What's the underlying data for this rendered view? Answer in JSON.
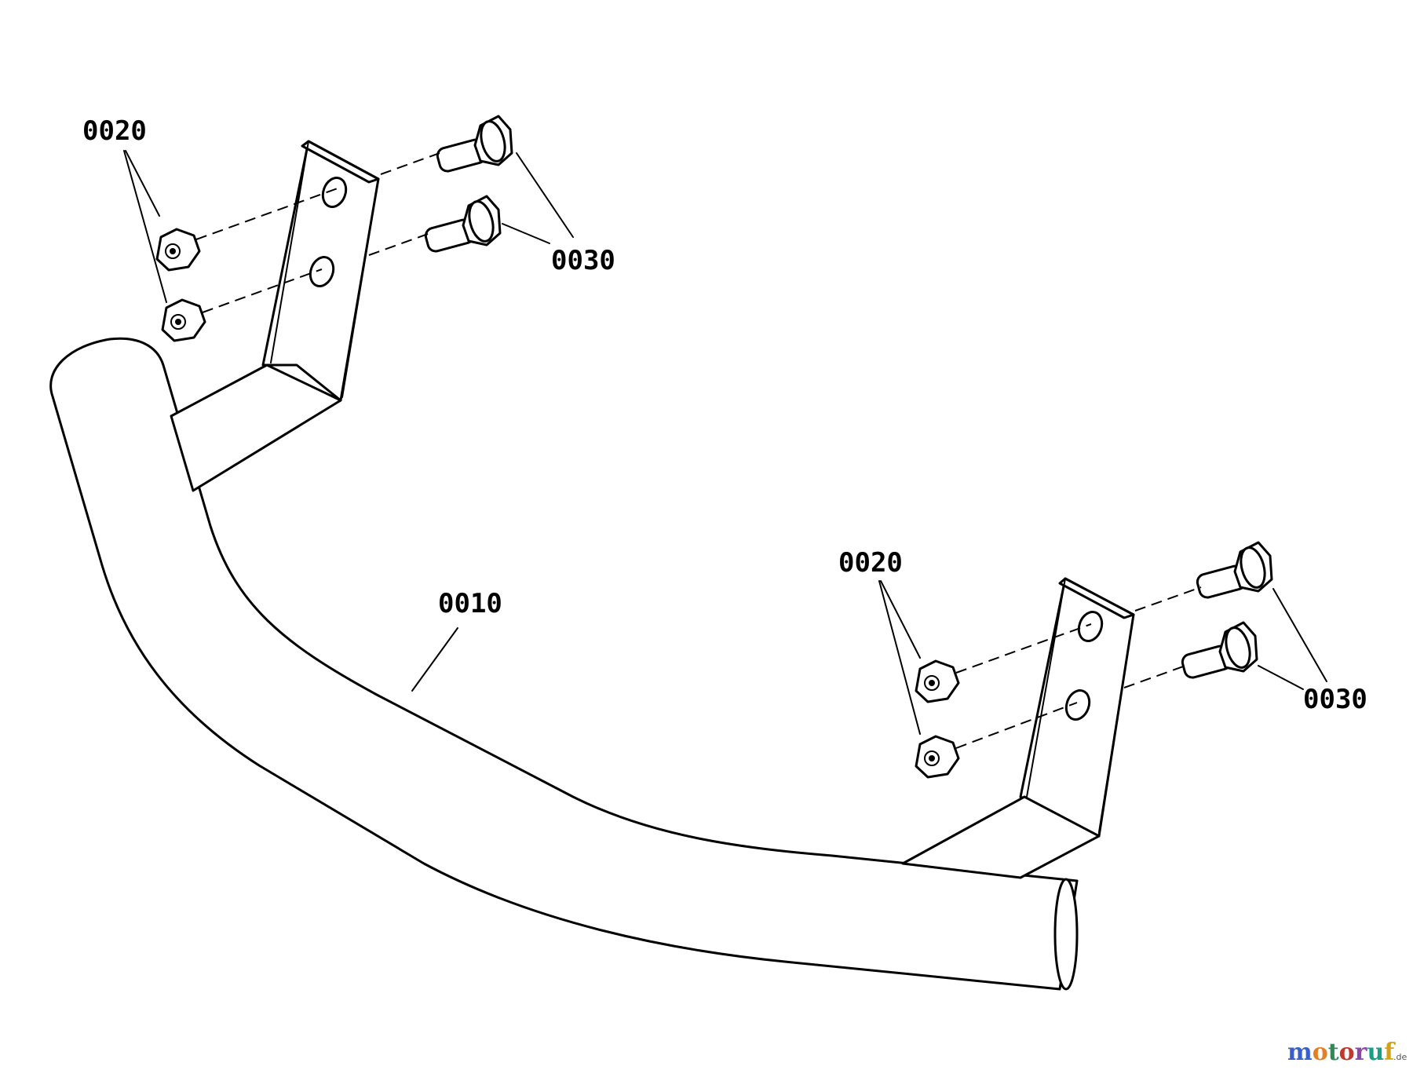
{
  "callouts": {
    "tube": "0010",
    "nuts_left": "0020",
    "bolts_left": "0030",
    "nuts_right": "0020",
    "bolts_right": "0030"
  },
  "watermark": {
    "letters": [
      "m",
      "o",
      "t",
      "o",
      "r",
      "u",
      "f"
    ],
    "colors": [
      "#3a5fcd",
      "#e67e22",
      "#2e8b57",
      "#c0392b",
      "#8e44ad",
      "#16a085",
      "#d4a017"
    ],
    "suffix": ".de"
  }
}
